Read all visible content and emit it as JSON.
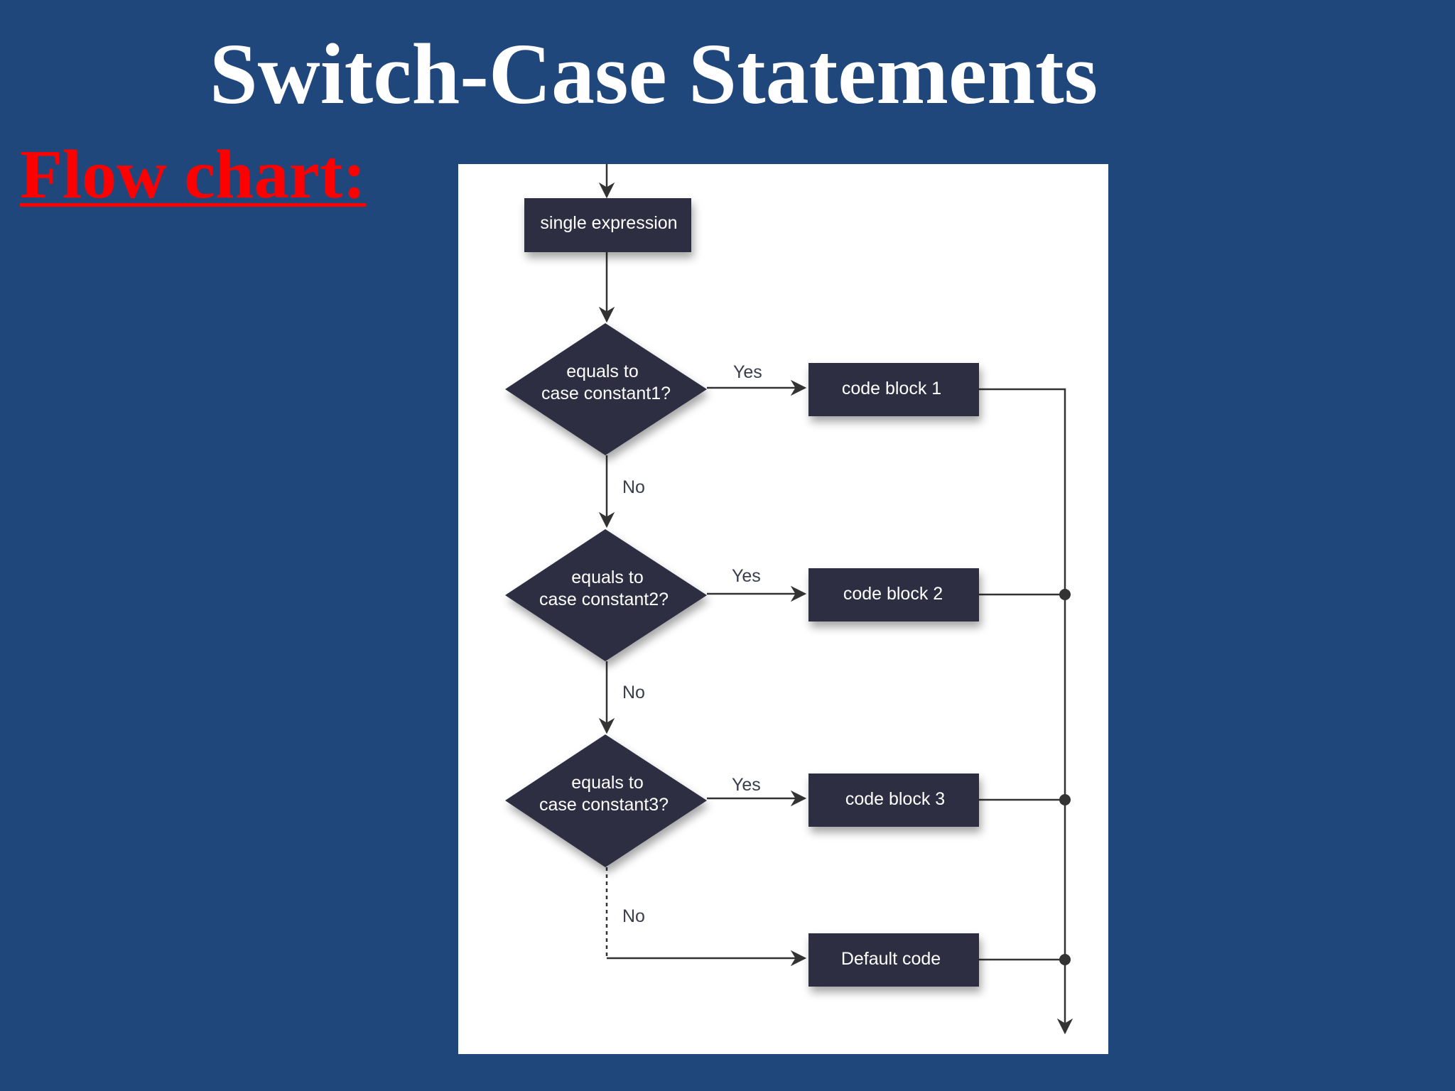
{
  "slide": {
    "title": "Switch-Case Statements",
    "subtitle": "Flow chart:"
  },
  "flowchart": {
    "start_box": "single expression",
    "decisions": [
      {
        "line1": "equals to",
        "line2": "case  constant1?"
      },
      {
        "line1": "equals to",
        "line2": "case  constant2?"
      },
      {
        "line1": "equals to",
        "line2": "case  constant3?"
      }
    ],
    "blocks": [
      "code block 1",
      "code block 2",
      "code block 3"
    ],
    "default_block": "Default code",
    "yes_label": "Yes",
    "no_label": "No"
  },
  "colors": {
    "background": "#20477c",
    "title": "#ffffff",
    "subtitle": "#ff0000",
    "node_fill": "#2e2f42",
    "line": "#333333"
  }
}
